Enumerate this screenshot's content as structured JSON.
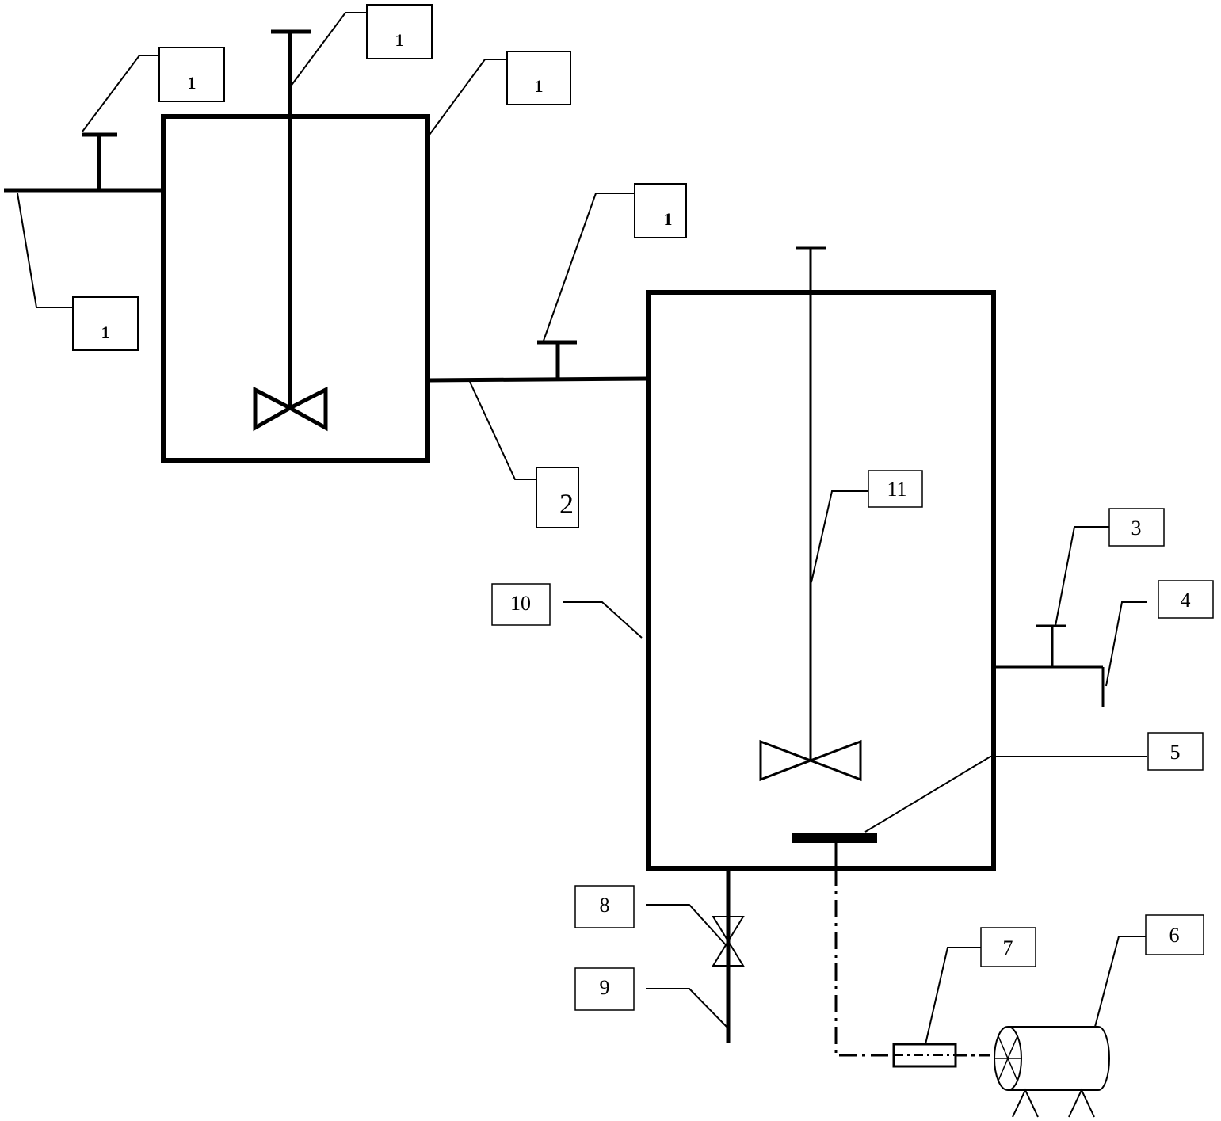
{
  "colors": {
    "line": "#000000",
    "background": "#ffffff"
  },
  "labels": {
    "pre_tank_agitator": "1",
    "pre_tank_inlet_valve": "1",
    "pre_tank_body": "1",
    "pre_tank_inlet_pipe": "1",
    "transfer_valve": "1",
    "transfer_pipe": "2",
    "outlet_valve": "3",
    "outlet_pipe": "4",
    "heater_plate": "5",
    "motor": "6",
    "coupling": "7",
    "drain_valve": "8",
    "drain_pipe": "9",
    "main_tank": "10",
    "main_agitator": "11"
  }
}
